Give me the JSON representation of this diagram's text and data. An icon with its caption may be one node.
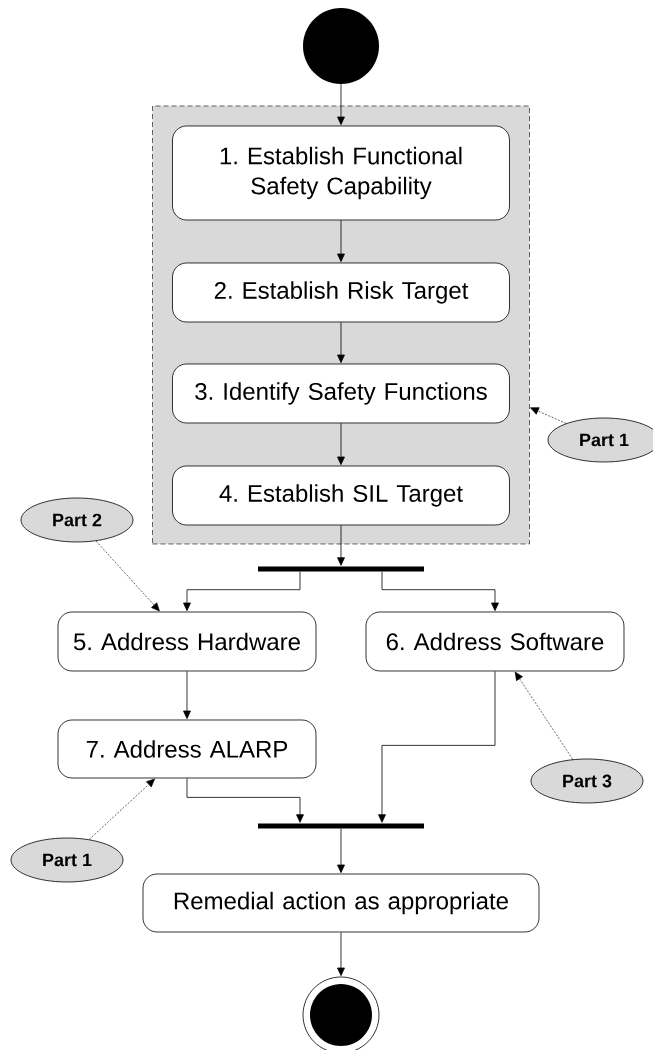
{
  "diagram": {
    "nodes": [
      {
        "text": [],
        "shape": "circle"
      },
      {
        "text": [],
        "shape": "box"
      },
      {
        "text": [
          "1. Establish Functional Safety Capability"
        ],
        "in": 1
      },
      {
        "text": [
          "2. Establish Risk Target"
        ],
        "in": 1
      },
      {
        "text": [
          "3. Identify Safety Functions"
        ],
        "in": 1
      },
      {
        "text": [
          "4. Establish SIL Target"
        ],
        "in": 1
      },
      {
        "text": [],
        "shape": "bar"
      },
      {
        "text": [
          "5. Address Hardware"
        ]
      },
      {
        "text": [
          "6. Address Software"
        ]
      },
      {
        "text": [
          "7. Address ALARP"
        ]
      },
      {
        "text": [],
        "shape": "bar"
      },
      {
        "text": [
          "Remedial action as appropriate"
        ]
      },
      {
        "text": [],
        "shape": "circle"
      },
      {
        "text": [
          "Part 1"
        ]
      },
      {
        "text": [
          "Part 2"
        ]
      },
      {
        "text": [
          "Part 3"
        ]
      },
      {
        "text": [
          "Part 1"
        ]
      }
    ],
    "edges": [
      {
        "from": 0,
        "to": 2,
        "arrow": "to"
      },
      {
        "from": 2,
        "to": 3,
        "arrow": "to"
      },
      {
        "from": 3,
        "to": 4,
        "arrow": "to"
      },
      {
        "from": 4,
        "to": 5,
        "arrow": "to"
      },
      {
        "from": 5,
        "to": 6,
        "arrow": "to"
      },
      {
        "from": 6,
        "to": 7,
        "arrow": "to"
      },
      {
        "from": 6,
        "to": 8,
        "arrow": "to"
      },
      {
        "from": 7,
        "to": 9,
        "arrow": "to"
      },
      {
        "from": 9,
        "to": 10,
        "arrow": "to"
      },
      {
        "from": 8,
        "to": 10,
        "arrow": "to"
      },
      {
        "from": 10,
        "to": 11,
        "arrow": "to"
      },
      {
        "from": 11,
        "to": 12,
        "arrow": "to"
      },
      {
        "from": 13,
        "to": 1,
        "arrow": "to",
        "style": "dashed"
      },
      {
        "from": 14,
        "to": 7,
        "arrow": "to",
        "style": "dashed"
      },
      {
        "from": 15,
        "to": 8,
        "arrow": "to",
        "style": "dashed"
      },
      {
        "from": 16,
        "to": 9,
        "arrow": "to",
        "style": "dashed"
      }
    ]
  }
}
